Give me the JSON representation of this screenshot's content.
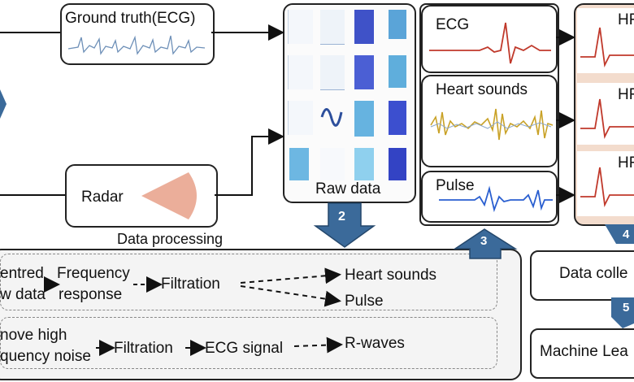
{
  "labels": {
    "ground_truth": "Ground truth(ECG)",
    "radar": "Radar",
    "raw_data": "Raw data",
    "data_processing": "Data processing",
    "ecg": "ECG",
    "heart_sounds": "Heart sounds",
    "pulse": "Pulse",
    "hr1": "HR",
    "hr2": "HR",
    "hr3": "HR",
    "data_collection": "Data colle",
    "machine_learning": "Machine Lea"
  },
  "steps": {
    "s2": "2",
    "s3": "3",
    "s4": "4",
    "s5": "5"
  },
  "processing": {
    "row1": {
      "input_line1": "entred",
      "input_line2": "w data",
      "freq_line1": "Frequency",
      "freq_line2": "response",
      "filtration": "Filtration",
      "out1": "Heart sounds",
      "out2": "Pulse"
    },
    "row2": {
      "input_line1": "nove high",
      "input_line2": "quency noise",
      "filtration": "Filtration",
      "ecg_signal": "ECG signal",
      "out": "R-waves"
    }
  },
  "colors": {
    "ecg_wave": "#c0392b",
    "pulse_wave": "#2a5fd0",
    "heart_gold": "#c9a227",
    "arrow_blue": "#3b6a9a",
    "radar_fill": "#e9a58f",
    "hr_band": "#f3dccd"
  }
}
